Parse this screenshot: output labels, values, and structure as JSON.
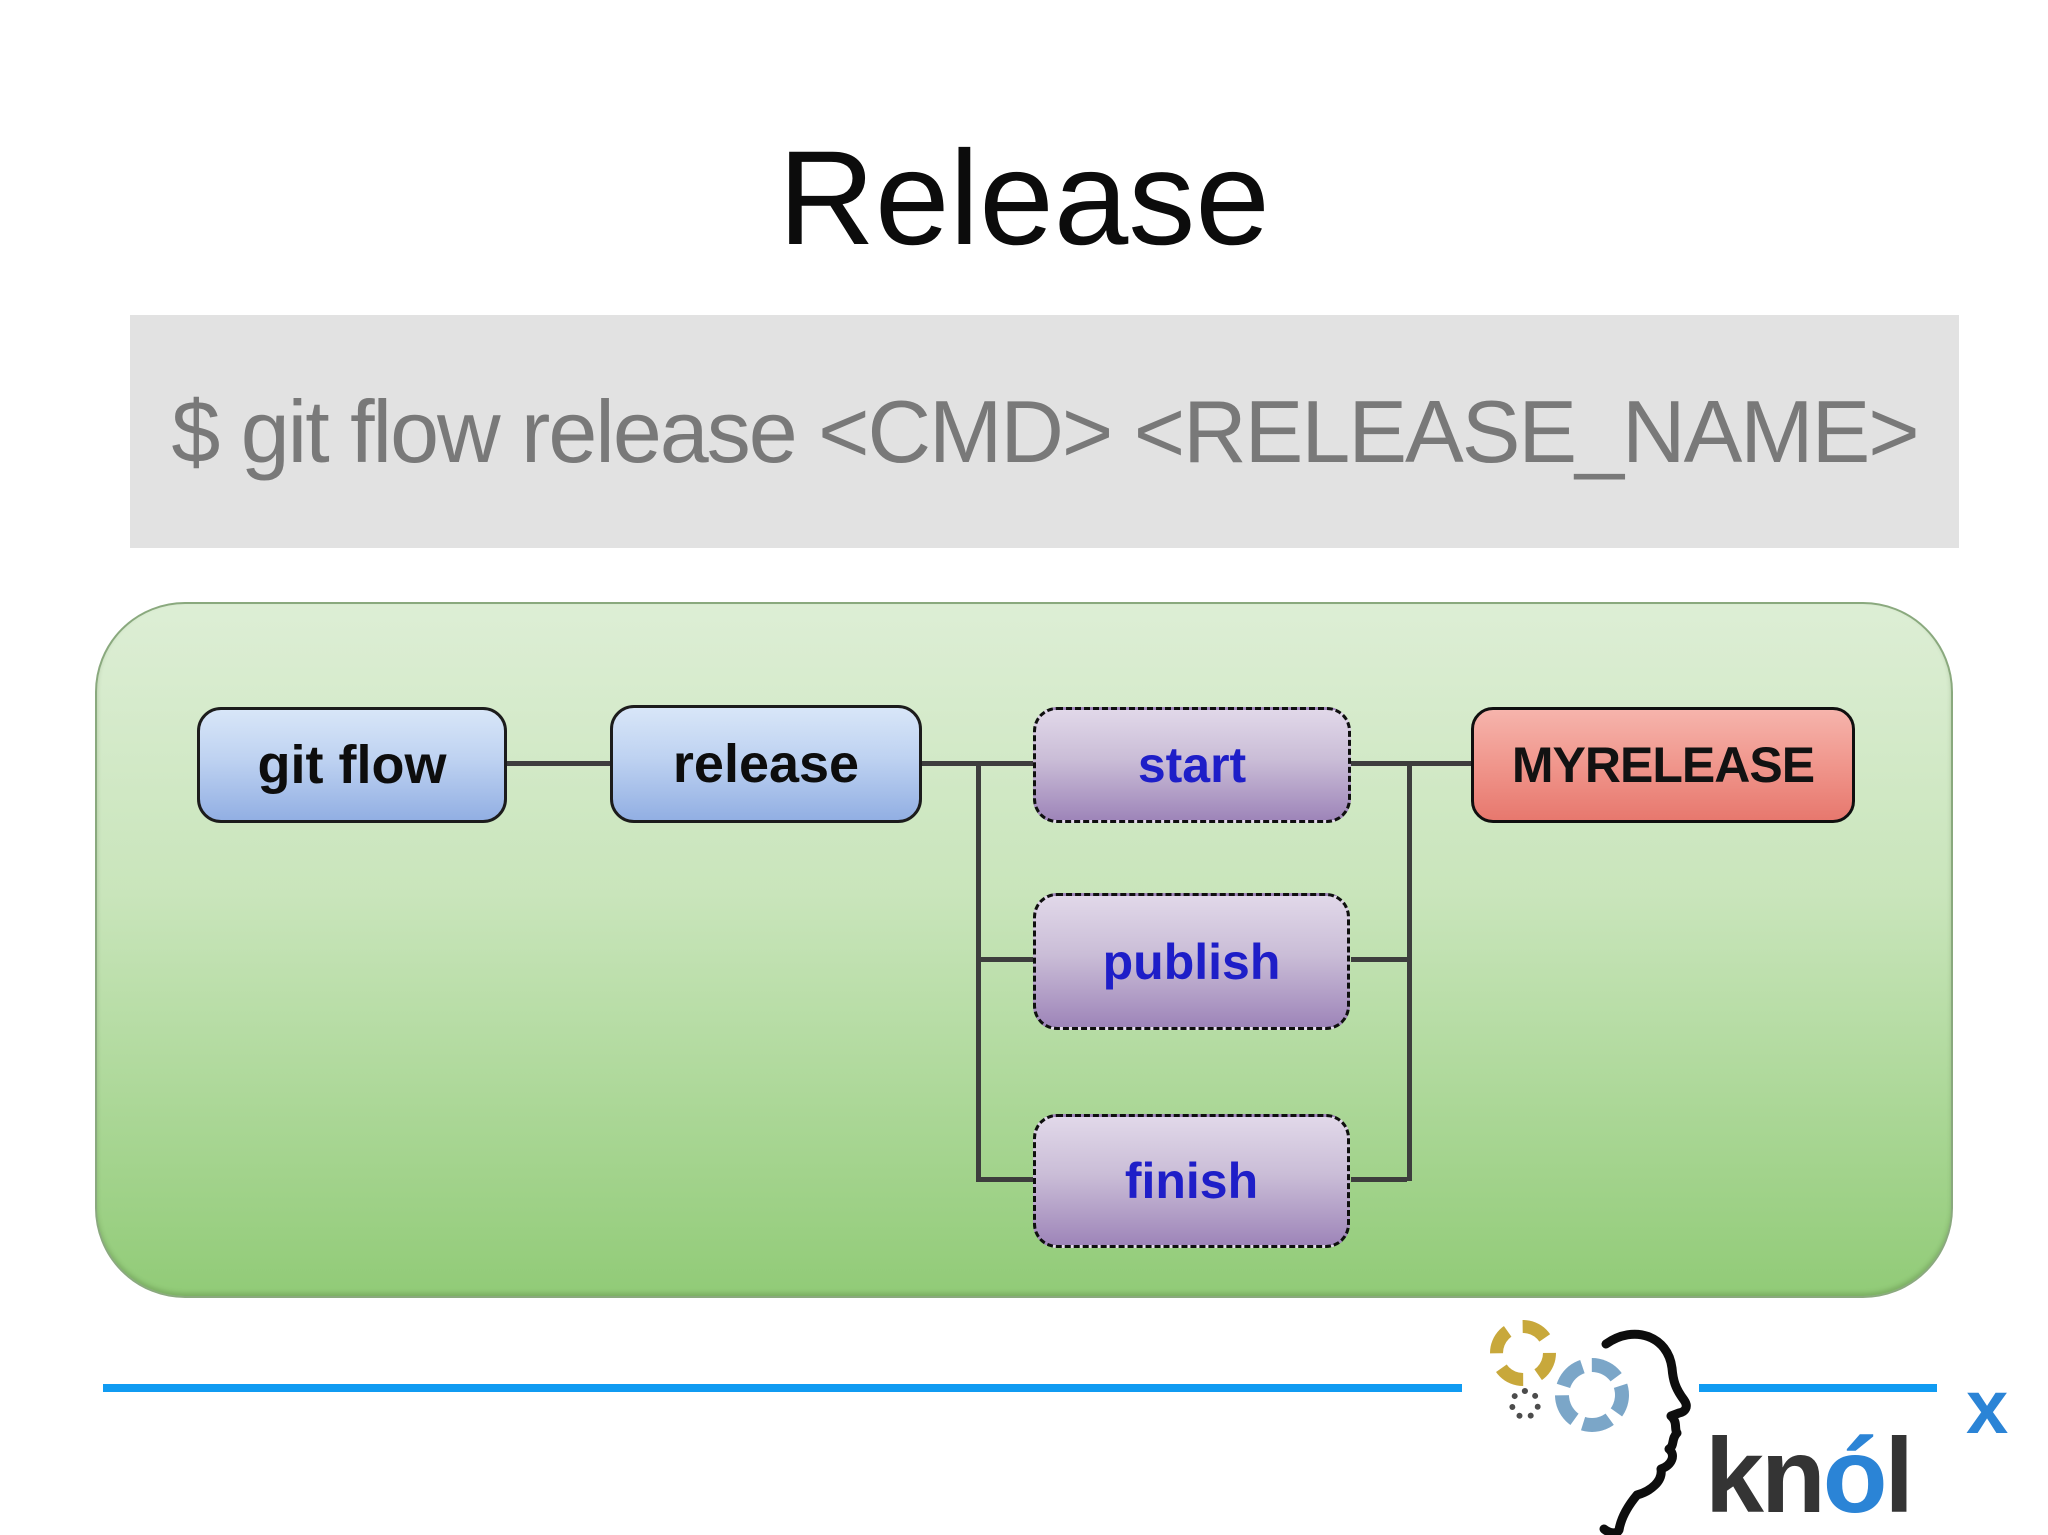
{
  "slide": {
    "title": "Release",
    "command": "$ git flow release <CMD> <RELEASE_NAME>"
  },
  "diagram": {
    "nodes": [
      {
        "label": "git flow",
        "kind": "command"
      },
      {
        "label": "release",
        "kind": "command"
      },
      {
        "label": "start",
        "kind": "subcommand"
      },
      {
        "label": "publish",
        "kind": "subcommand"
      },
      {
        "label": "finish",
        "kind": "subcommand"
      },
      {
        "label": "MYRELEASE",
        "kind": "argument"
      }
    ]
  },
  "logo": {
    "prefix": "kn",
    "accent": "ó",
    "suffix": "l",
    "superscript": "x"
  },
  "colors": {
    "divider_blue": "#109bf2",
    "brand_blue": "#2b84d6",
    "panel_green_top": "#ddeed5",
    "panel_green_bottom": "#91cb77",
    "node_blue_bottom": "#92afe3",
    "node_purple_bottom": "#9e85b9",
    "node_red_bottom": "#e7786e",
    "subcommand_text_blue": "#1e1ec8",
    "command_bg": "#e2e2e2",
    "command_text": "#797979"
  }
}
